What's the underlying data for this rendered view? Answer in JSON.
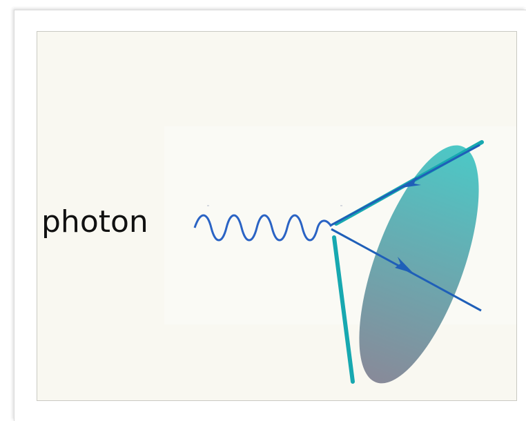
{
  "diagram": {
    "label": "photon",
    "colors": {
      "frame_bg": "#ffffff",
      "panel_bg": "#f9f8f1",
      "panel_border": "#c9c9c2",
      "wave": "#2a63c4",
      "arrow_line": "#1f5fb8",
      "cone_edge": "#17a8b0",
      "ellipse_top": "#4cc8c6",
      "ellipse_bottom": "#888a99"
    },
    "elements": {
      "photon_line": "wavy-propagator",
      "outgoing_upper": "fermion-line-upper",
      "outgoing_lower": "fermion-line-lower",
      "cone": "jet-cone"
    }
  }
}
